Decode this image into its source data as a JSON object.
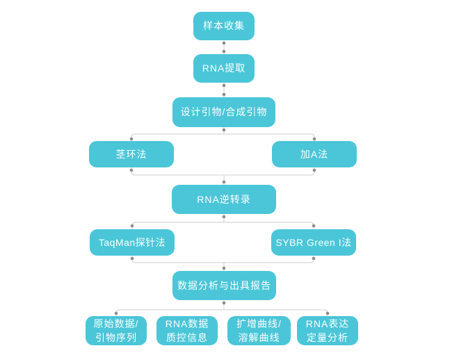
{
  "diagram": {
    "description": "qPCR / miRNA detection workflow flowchart",
    "colors": {
      "node_fill": "#4ac6d8",
      "node_text": "#ffffff",
      "connector_line": "#cccccc",
      "connector_dot": "#8c8c8c",
      "background": "#ffffff"
    },
    "nodes": {
      "sample_collection": "样本收集",
      "rna_extraction": "RNA提取",
      "primer_design": "设计引物/合成引物",
      "stem_loop": "茎环法",
      "poly_a": "加A法",
      "reverse_transcription": "RNA逆转录",
      "taqman": "TaqMan探针法",
      "sybr_green": "SYBR Green I法",
      "data_analysis": "数据分析与出具报告",
      "raw_data": "原始数据/\n引物序列",
      "rna_qc": "RNA数据\n质控信息",
      "curves": "扩增曲线/\n溶解曲线",
      "expression": "RNA表达\n定量分析"
    }
  }
}
